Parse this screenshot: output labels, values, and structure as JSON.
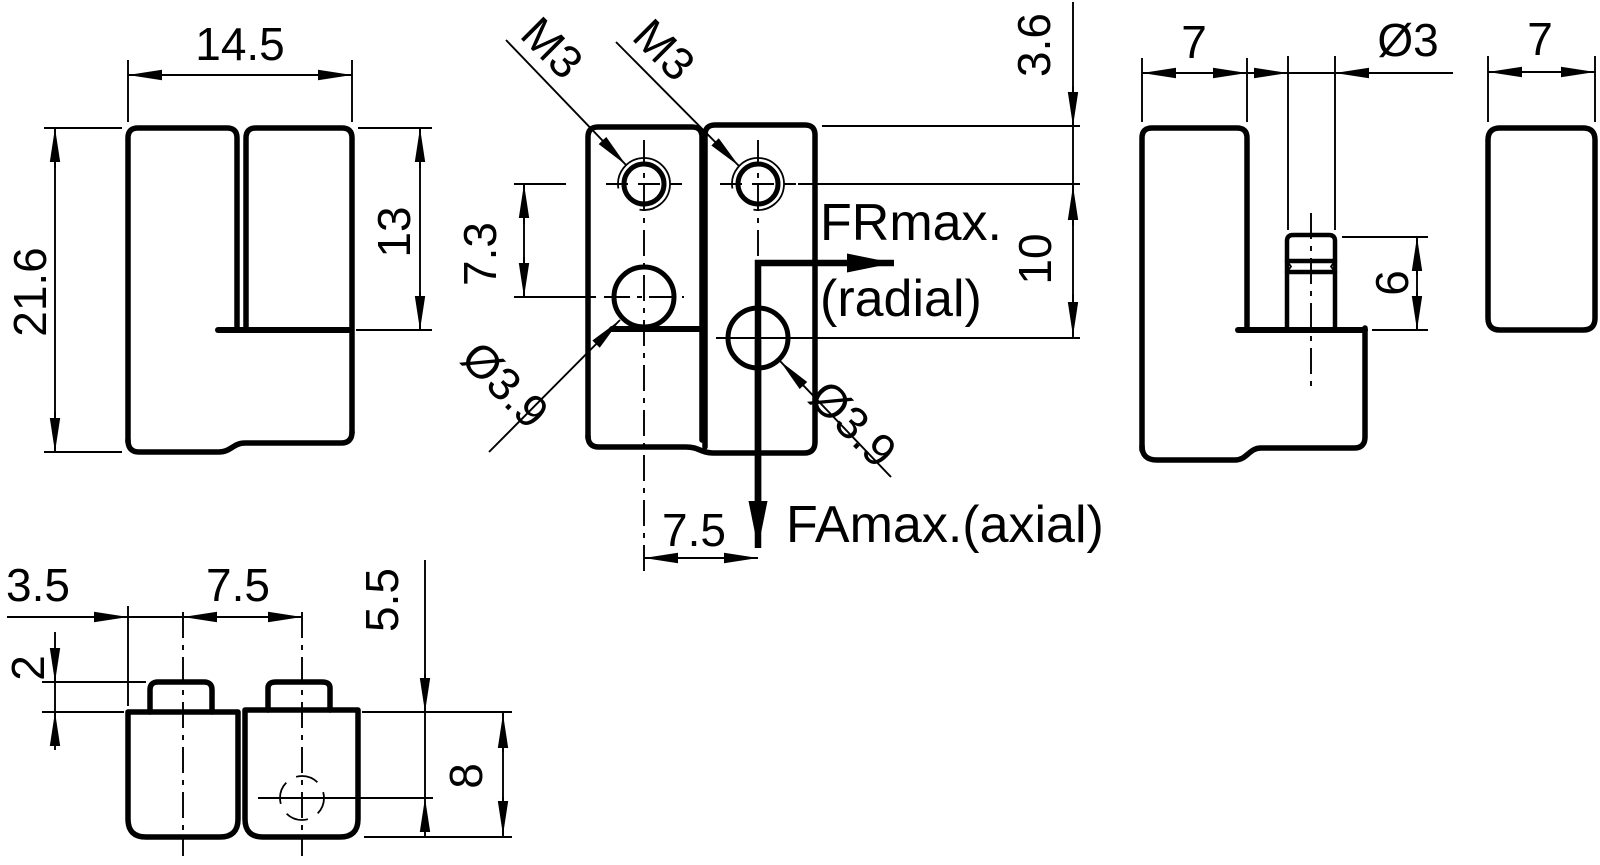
{
  "drawing": {
    "type": "engineering-dimension-drawing",
    "units_implied": "mm",
    "colors": {
      "line": "#000000",
      "background": "#ffffff"
    },
    "side_left_view": {
      "width": "14.5",
      "height": "21.6",
      "slot_depth": "13"
    },
    "front_view": {
      "thread_left": "M3",
      "thread_right": "M3",
      "hole_pitch_vertical": "7.3",
      "dia_left": "Ø3.9",
      "dia_right": "Ø3.9",
      "top_to_hole": "3.6",
      "hole_pitch_right": "10",
      "hole_pitch_horizontal": "7.5",
      "force_radial": "FRmax.",
      "force_radial_note": "(radial)",
      "force_axial": "FAmax.(axial)"
    },
    "side_right_view": {
      "plate_width": "7",
      "pin_dia": "Ø3",
      "pin_height": "6",
      "plate2_width": "7"
    },
    "top_view": {
      "edge_to_center": "3.5",
      "center_pitch": "7.5",
      "tab_height": "2",
      "top_to_hole_center": "5.5",
      "body_depth": "8"
    }
  }
}
